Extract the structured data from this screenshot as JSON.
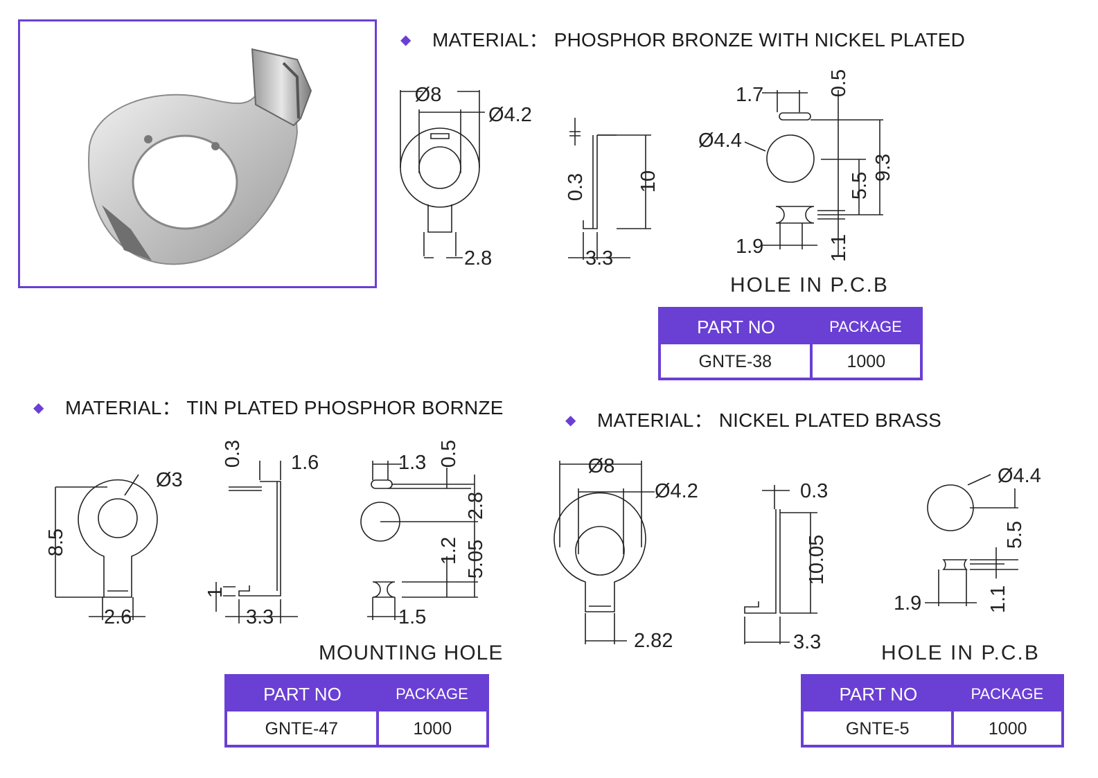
{
  "photo": {
    "subject": "lug-terminal-photo"
  },
  "sections": {
    "top": {
      "material": "MATERIAL：  PHOSPHOR BRONZE WITH NICKEL PLATED",
      "caption": "HOLE   IN   P.C.B",
      "table": {
        "header_part": "PART NO",
        "header_package": "PACKAGE",
        "part_no": "GNTE-38",
        "package": "1000"
      },
      "dims": {
        "d8": "Ø8",
        "d42": "Ø4.2",
        "w28": "2.8",
        "t03": "0.3",
        "h10": "10",
        "w33": "3.3",
        "h17": "1.7",
        "h05": "0.5",
        "hd44": "Ø4.4",
        "h93": "9.3",
        "h55": "5.5",
        "h19": "1.9",
        "h11": "1.1"
      }
    },
    "left": {
      "material": "MATERIAL：  TIN PLATED PHOSPHOR BORNZE",
      "caption": "MOUNTING HOLE",
      "table": {
        "header_part": "PART NO",
        "header_package": "PACKAGE",
        "part_no": "GNTE-47",
        "package": "1000"
      },
      "dims": {
        "d3": "Ø3",
        "h85": "8.5",
        "w26": "2.6",
        "t03": "0.3",
        "w16": "1.6",
        "h1": "1",
        "w33": "3.3",
        "w13": "1.3",
        "h05": "0.5",
        "h28": "2.8",
        "h12": "1.2",
        "h505": "5.05",
        "w15": "1.5"
      }
    },
    "right": {
      "material": "MATERIAL：  NICKEL PLATED BRASS",
      "caption": "HOLE   IN   P.C.B",
      "table": {
        "header_part": "PART NO",
        "header_package": "PACKAGE",
        "part_no": "GNTE-5",
        "package": "1000"
      },
      "dims": {
        "d8": "Ø8",
        "d42": "Ø4.2",
        "w282": "2.82",
        "t03": "0.3",
        "h1005": "10.05",
        "w33": "3.3",
        "hd44": "Ø4.4",
        "h55": "5.5",
        "h19": "1.9",
        "h11": "1.1"
      }
    }
  },
  "colors": {
    "accent": "#6a3fd4",
    "line": "#222222"
  }
}
